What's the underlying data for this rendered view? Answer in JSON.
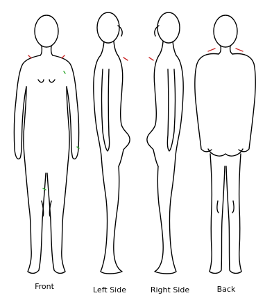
{
  "views": {
    "front": "Front",
    "left": "Left Side",
    "right": "Right Side",
    "back": "Back"
  },
  "marks": {
    "green": "#2fa82f",
    "red": "#cc2b2b"
  }
}
